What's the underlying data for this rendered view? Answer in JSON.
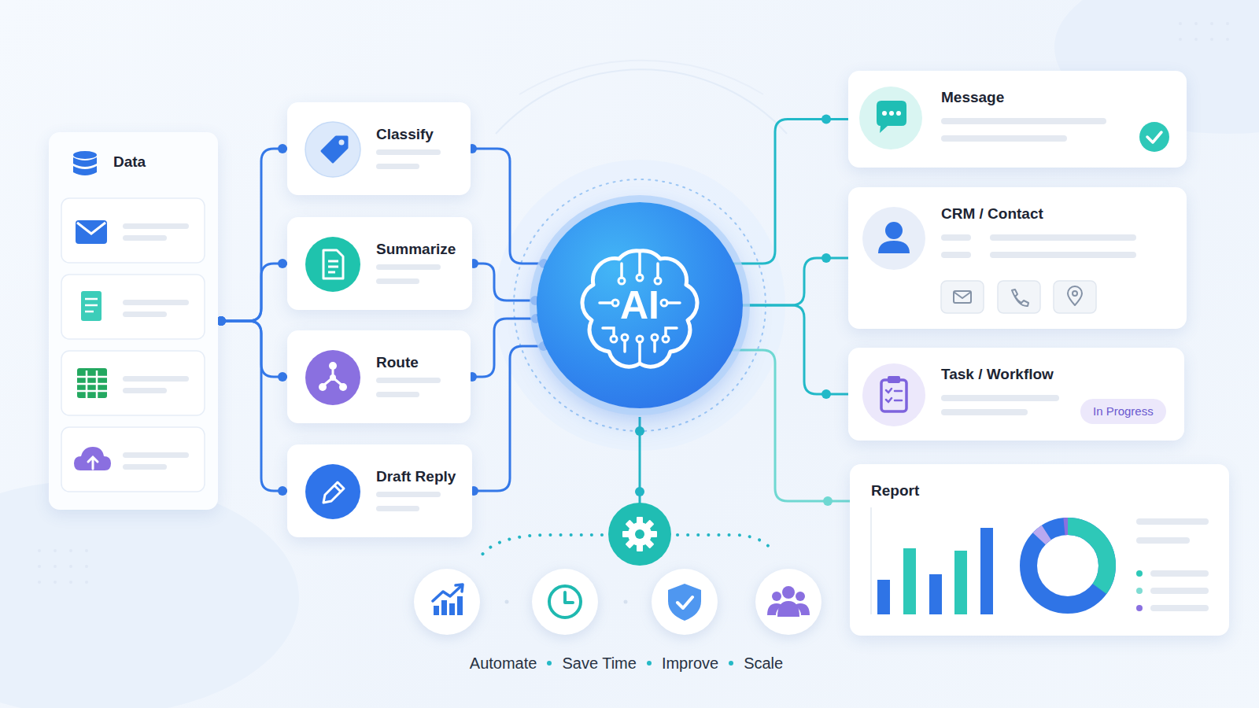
{
  "diagram": {
    "nodes": [
      {
        "text": [
          "Data"
        ]
      },
      {
        "text": [
          "Classify"
        ]
      },
      {
        "text": [
          "Summarize"
        ]
      },
      {
        "text": [
          "Route"
        ]
      },
      {
        "text": [
          "Draft Reply"
        ]
      },
      {
        "text": [
          "AI"
        ]
      },
      {
        "text": [
          "Message"
        ]
      },
      {
        "text": [
          "CRM / Contact"
        ]
      },
      {
        "text": [
          "Task / Workflow"
        ]
      },
      {
        "text": [
          "In Progress"
        ],
        "in": 8
      },
      {
        "text": [
          "Report"
        ]
      }
    ],
    "edges": [
      {
        "from": 0,
        "to": 1,
        "arrow": "none"
      },
      {
        "from": 0,
        "to": 2,
        "arrow": "none"
      },
      {
        "from": 0,
        "to": 3,
        "arrow": "none"
      },
      {
        "from": 0,
        "to": 4,
        "arrow": "none"
      },
      {
        "from": 1,
        "to": 5,
        "arrow": "none"
      },
      {
        "from": 2,
        "to": 5,
        "arrow": "none"
      },
      {
        "from": 3,
        "to": 5,
        "arrow": "none"
      },
      {
        "from": 4,
        "to": 5,
        "arrow": "none"
      },
      {
        "from": 5,
        "to": 6,
        "arrow": "none"
      },
      {
        "from": 5,
        "to": 7,
        "arrow": "none"
      },
      {
        "from": 5,
        "to": 8,
        "arrow": "none"
      },
      {
        "from": 5,
        "to": 10,
        "arrow": "none"
      }
    ],
    "labels": [
      "Automate",
      "Save Time",
      "Improve",
      "Scale"
    ]
  }
}
